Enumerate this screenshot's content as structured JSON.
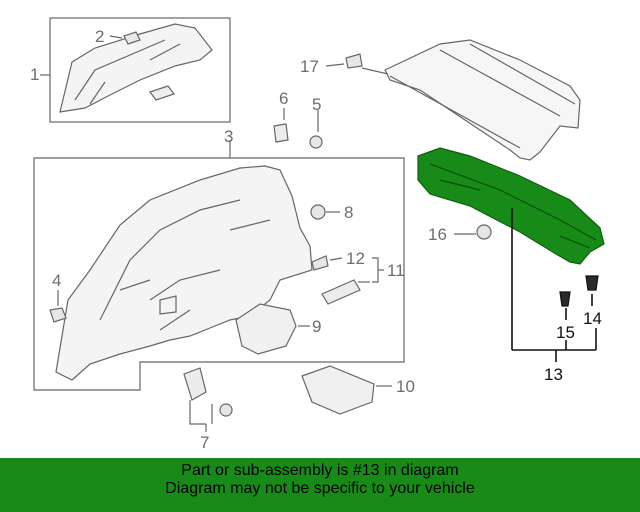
{
  "callouts": {
    "c1": "1",
    "c2": "2",
    "c3": "3",
    "c4": "4",
    "c5": "5",
    "c6": "6",
    "c7": "7",
    "c8": "8",
    "c9": "9",
    "c10": "10",
    "c11": "11",
    "c12": "12",
    "c13": "13",
    "c14": "14",
    "c15": "15",
    "c16": "16",
    "c17": "17"
  },
  "highlight_color": "#178a17",
  "banner": {
    "line1": "Part or sub-assembly is #13 in diagram",
    "line2": "Diagram may not be specific to your vehicle"
  }
}
